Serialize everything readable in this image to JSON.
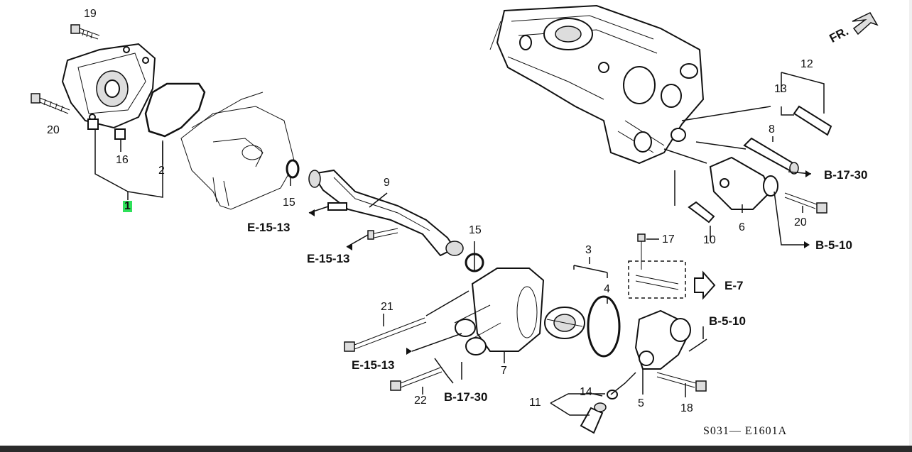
{
  "part_labels": {
    "p1": "1",
    "p2": "2",
    "p3": "3",
    "p4": "4",
    "p5": "5",
    "p6": "6",
    "p7": "7",
    "p8": "8",
    "p9": "9",
    "p10": "10",
    "p11": "11",
    "p12": "12",
    "p13": "13",
    "p14": "14",
    "p15a": "15",
    "p15b": "15",
    "p16": "16",
    "p17": "17",
    "p18": "18",
    "p19": "19",
    "p20a": "20",
    "p20b": "20",
    "p21": "21",
    "p22": "22"
  },
  "references": {
    "e1513_a": "E-15-13",
    "e1513_b": "E-15-13",
    "e1513_c": "E-15-13",
    "b1730_a": "B-17-30",
    "b1730_b": "B-17-30",
    "b510_a": "B-5-10",
    "b510_b": "B-5-10",
    "e7": "E-7"
  },
  "front_indicator": "FR.",
  "diagram_code": "S031— E1601A",
  "highlight_color": "#2ee15a"
}
